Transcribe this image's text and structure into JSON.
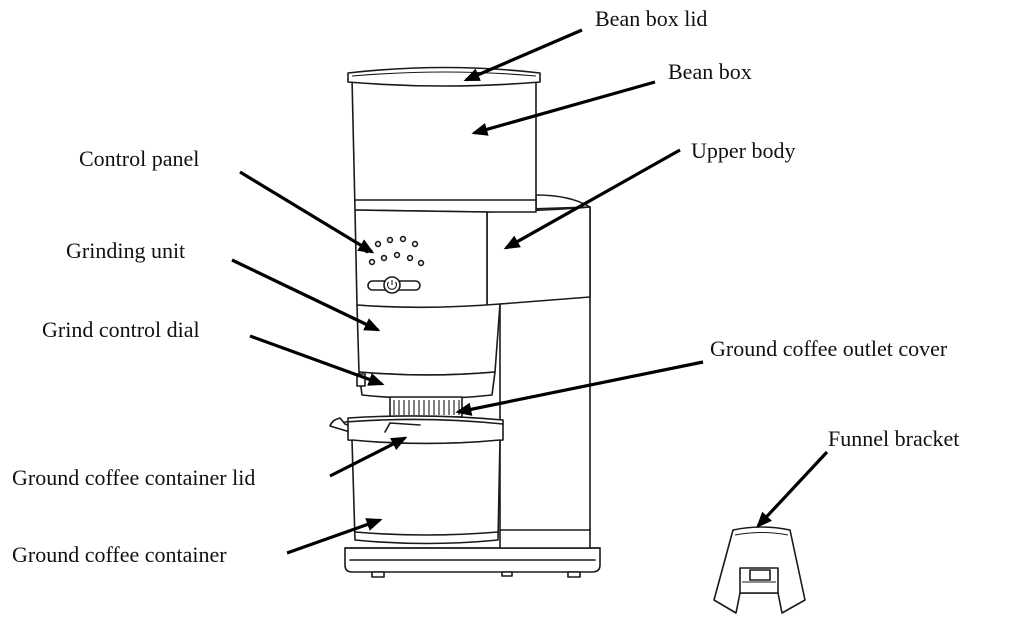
{
  "labels": {
    "bean_box_lid": "Bean box lid",
    "bean_box": "Bean box",
    "upper_body": "Upper body",
    "control_panel": "Control panel",
    "grinding_unit": "Grinding unit",
    "grind_control_dial": "Grind control dial",
    "ground_coffee_outlet_cover": "Ground coffee outlet cover",
    "funnel_bracket": "Funnel bracket",
    "ground_coffee_container_lid": "Ground coffee container lid",
    "ground_coffee_container": "Ground coffee container"
  }
}
